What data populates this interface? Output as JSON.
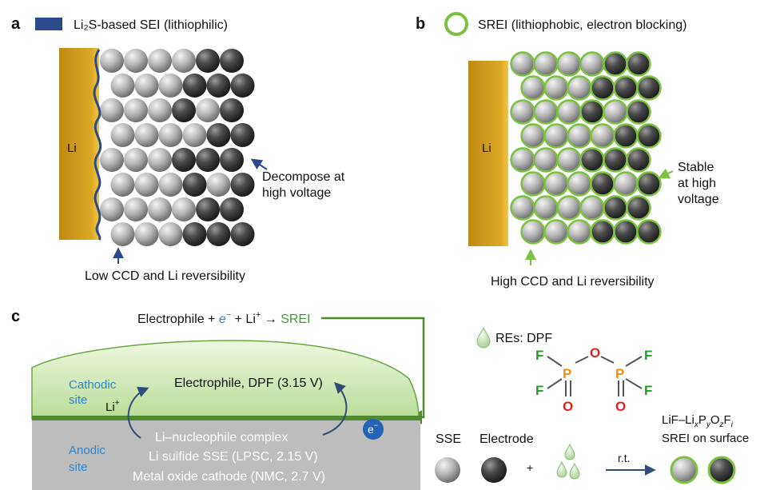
{
  "panel_a": {
    "letter": "a",
    "legend_label": "Li₂S-based SEI (lithiophilic)",
    "electrode_label": "Li",
    "note_right_line1": "Decompose at",
    "note_right_line2": "high voltage",
    "note_bottom": "Low CCD and Li reversibility",
    "colors": {
      "sei_line": "#2b4a8c",
      "li": "#d9a21b"
    }
  },
  "panel_b": {
    "letter": "b",
    "legend_label": "SREI (lithiophobic, electron blocking)",
    "electrode_label": "Li",
    "note_right_line1": "Stable",
    "note_right_line2": "at high",
    "note_right_line3": "voltage",
    "note_bottom": "High CCD and Li reversibility",
    "colors": {
      "srei_ring": "#7cc142"
    }
  },
  "panel_c": {
    "letter": "c",
    "reaction": {
      "part1": "Electrophile + ",
      "electron": "e",
      "electron_sup": "−",
      "part2": " + Li",
      "li_sup": "+",
      "arrow": " → ",
      "product": "SREI"
    },
    "cathodic_line1": "Cathodic",
    "cathodic_line2": "site",
    "li_ion": "Li",
    "li_ion_sup": "+",
    "electrophile": "Electrophile, DPF (3.15 V)",
    "anodic_line1": "Anodic",
    "anodic_line2": "site",
    "electron_badge": "e",
    "electron_badge_sup": "−",
    "complex": "Li–nucleophile complex",
    "sulfide": "Li sulfide SSE (LPSC, 2.15 V)",
    "oxide": "Metal oxide cathode (NMC, 2.7 V)",
    "res_label": "REs: DPF",
    "molecule": {
      "F": "F",
      "P": "P",
      "O": "O"
    },
    "sse_label": "SSE",
    "electrode_label": "Electrode",
    "plus": "+",
    "rt": "r.t.",
    "product_line1": "LiF–Li",
    "product_x": "x",
    "product_P": "P",
    "product_y": "y",
    "product_O": "O",
    "product_z": "z",
    "product_F": "F",
    "product_i": "i",
    "product_line2": "SREI on surface",
    "colors": {
      "green_text": "#3a9a2e",
      "blue_text": "#2f86c8",
      "phosphorus": "#f08a1a",
      "oxygen": "#e02020",
      "fluorine": "#20a020"
    }
  }
}
